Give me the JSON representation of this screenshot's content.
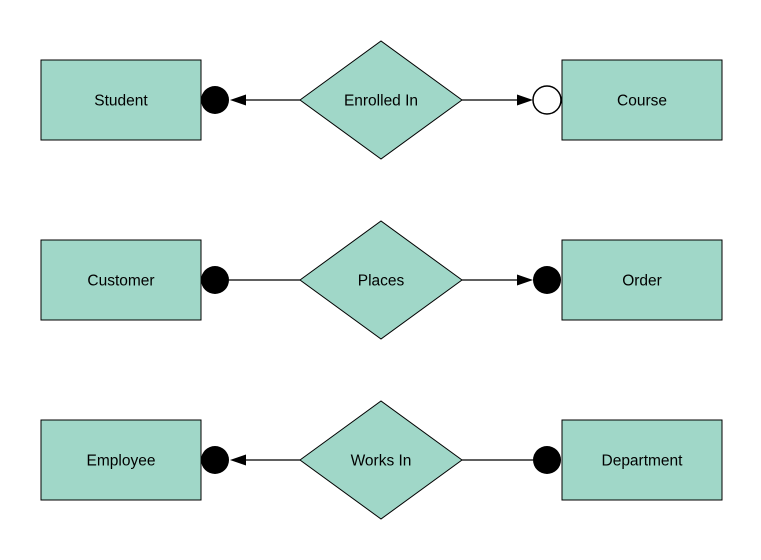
{
  "diagram": {
    "type": "entity-relationship",
    "background": "#ffffff",
    "colors": {
      "node_fill": "#a0d7c8",
      "node_stroke": "#000000",
      "connector_color": "#000000",
      "filled_terminal": "#000000",
      "open_terminal_fill": "#ffffff",
      "label_color": "#000000"
    },
    "rows": [
      {
        "left_entity": "Student",
        "relationship": "Enrolled In",
        "right_entity": "Course",
        "left_terminal": "filled-circle",
        "left_arrow": "points-left",
        "right_terminal": "open-circle",
        "right_arrow": "points-right"
      },
      {
        "left_entity": "Customer",
        "relationship": "Places",
        "right_entity": "Order",
        "left_terminal": "filled-circle",
        "left_arrow": "none",
        "right_terminal": "filled-circle",
        "right_arrow": "points-right"
      },
      {
        "left_entity": "Employee",
        "relationship": "Works In",
        "right_entity": "Department",
        "left_terminal": "filled-circle",
        "left_arrow": "points-left",
        "right_terminal": "filled-circle",
        "right_arrow": "none"
      }
    ]
  }
}
